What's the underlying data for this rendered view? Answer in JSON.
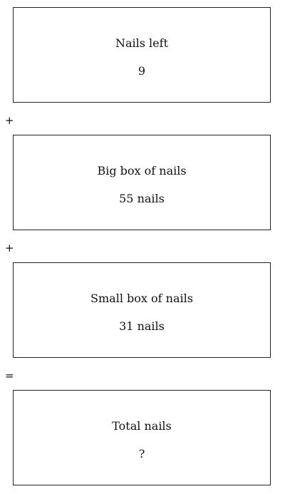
{
  "boxes": [
    {
      "label": "Nails left",
      "value": "9"
    },
    {
      "label": "Big box of nails",
      "value": "55 nails"
    },
    {
      "label": "Small box of nails",
      "value": "31 nails"
    },
    {
      "label": "Total nails",
      "value": "?"
    }
  ],
  "operators": [
    "+",
    "+",
    "="
  ]
}
